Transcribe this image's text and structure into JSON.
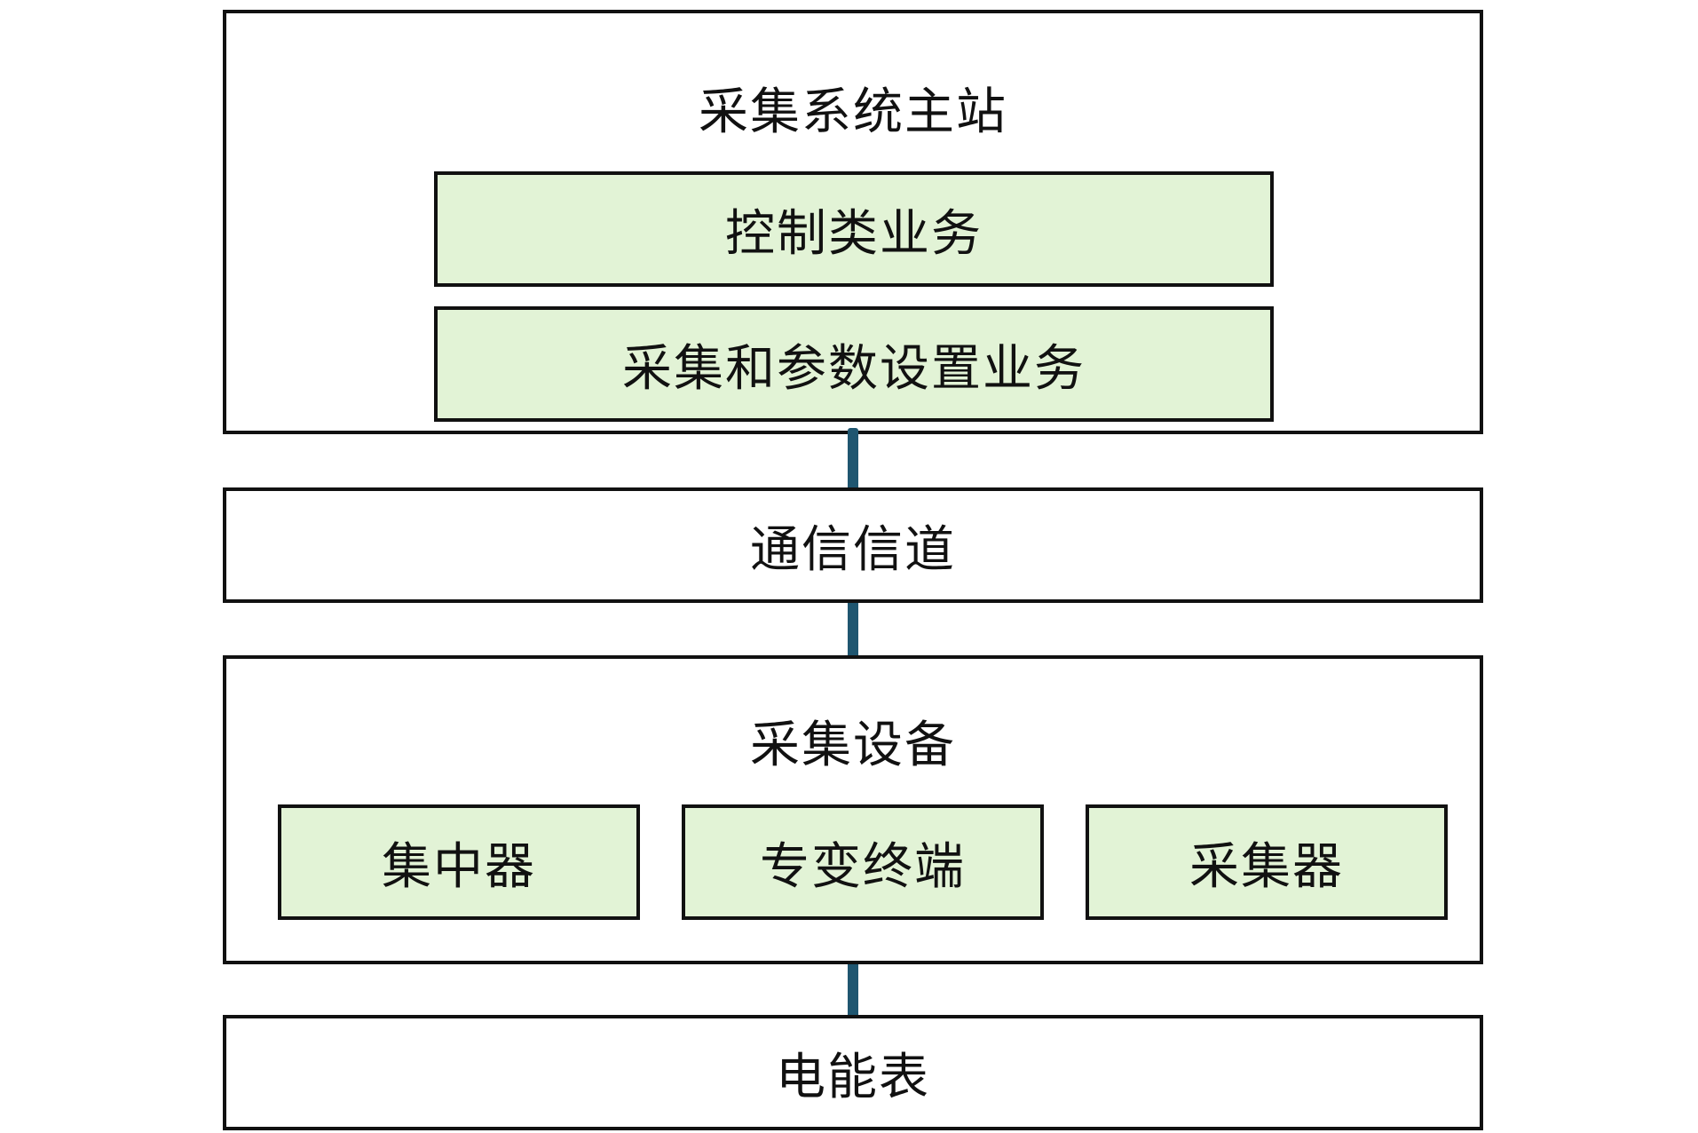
{
  "colors": {
    "sub_box_fill": "#e2f3d6",
    "border": "#111111",
    "connector": "#1f5670"
  },
  "master_station": {
    "title": "采集系统主站",
    "services": [
      {
        "label": "控制类业务"
      },
      {
        "label": "采集和参数设置业务"
      }
    ]
  },
  "channel": {
    "label": "通信信道"
  },
  "equipment": {
    "title": "采集设备",
    "devices": [
      {
        "label": "集中器"
      },
      {
        "label": "专变终端"
      },
      {
        "label": "采集器"
      }
    ]
  },
  "meter": {
    "label": "电能表"
  }
}
